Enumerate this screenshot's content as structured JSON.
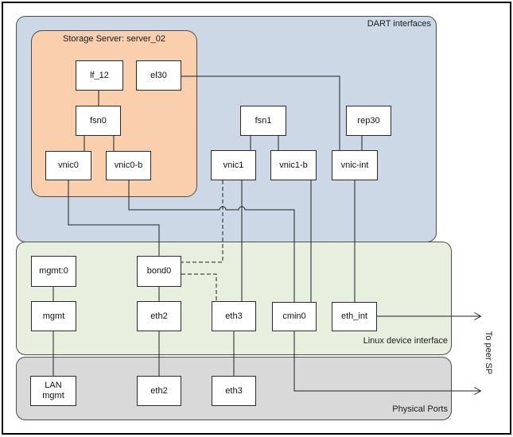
{
  "diagram": {
    "regions": {
      "dart": {
        "label": "DART interfaces"
      },
      "storage_server": {
        "label": "Storage Server: server_02"
      },
      "linux": {
        "label": "Linux device interface"
      },
      "physical": {
        "label": "Physical Ports"
      }
    },
    "nodes": {
      "lf12": {
        "label": "lf_12"
      },
      "el30": {
        "label": "el30"
      },
      "fsn0": {
        "label": "fsn0"
      },
      "vnic0": {
        "label": "vnic0"
      },
      "vnic0b": {
        "label": "vnic0-b"
      },
      "fsn1": {
        "label": "fsn1"
      },
      "rep30": {
        "label": "rep30"
      },
      "vnic1": {
        "label": "vnic1"
      },
      "vnic1b": {
        "label": "vnic1-b"
      },
      "vnicint": {
        "label": "vnic-int"
      },
      "mgmt0": {
        "label": "mgmt:0"
      },
      "bond0": {
        "label": "bond0"
      },
      "mgmt": {
        "label": "mgmt"
      },
      "eth2_linux": {
        "label": "eth2"
      },
      "eth3_linux": {
        "label": "eth3"
      },
      "cmin0": {
        "label": "cmin0"
      },
      "eth_int": {
        "label": "eth_int"
      },
      "lan_mgmt": {
        "label": "LAN\nmgmt"
      },
      "eth2_phys": {
        "label": "eth2"
      },
      "eth3_phys": {
        "label": "eth3"
      }
    },
    "annotations": {
      "to_peer_sp": "To peer SP"
    },
    "connections": [
      {
        "from": "lf_12",
        "to": "fsn0",
        "style": "solid"
      },
      {
        "from": "fsn0",
        "to": "vnic0",
        "style": "solid"
      },
      {
        "from": "fsn0",
        "to": "vnic0-b",
        "style": "solid"
      },
      {
        "from": "el30",
        "to": "vnic-int",
        "style": "solid"
      },
      {
        "from": "fsn1",
        "to": "vnic1",
        "style": "solid"
      },
      {
        "from": "fsn1",
        "to": "vnic1-b",
        "style": "solid"
      },
      {
        "from": "rep30",
        "to": "vnic-int",
        "style": "solid"
      },
      {
        "from": "vnic0",
        "to": "bond0",
        "style": "solid"
      },
      {
        "from": "vnic0-b",
        "to": "cmin0",
        "style": "solid"
      },
      {
        "from": "vnic1",
        "to": "eth3",
        "style": "solid"
      },
      {
        "from": "vnic1",
        "to": "bond0",
        "style": "dashed"
      },
      {
        "from": "bond0",
        "to": "eth3",
        "style": "dashed"
      },
      {
        "from": "vnic1-b",
        "to": "cmin0",
        "style": "solid"
      },
      {
        "from": "vnic-int",
        "to": "eth_int",
        "style": "solid"
      },
      {
        "from": "mgmt:0",
        "to": "mgmt",
        "style": "solid"
      },
      {
        "from": "bond0",
        "to": "eth2",
        "style": "solid"
      },
      {
        "from": "mgmt",
        "to": "LAN mgmt",
        "style": "solid"
      },
      {
        "from": "eth2",
        "to": "eth2 (physical)",
        "style": "solid"
      },
      {
        "from": "eth3",
        "to": "eth3 (physical)",
        "style": "solid"
      },
      {
        "from": "cmin0",
        "to": "To peer SP",
        "style": "arrow"
      },
      {
        "from": "eth_int",
        "to": "To peer SP",
        "style": "arrow"
      }
    ],
    "colors": {
      "dart_fill": "#cdd8e7",
      "storage_fill": "#f9cfad",
      "linux_fill": "#e9efdf",
      "physical_fill": "#d9d9d9",
      "node_fill": "#ffffff",
      "line": "#1f1f1f"
    }
  }
}
